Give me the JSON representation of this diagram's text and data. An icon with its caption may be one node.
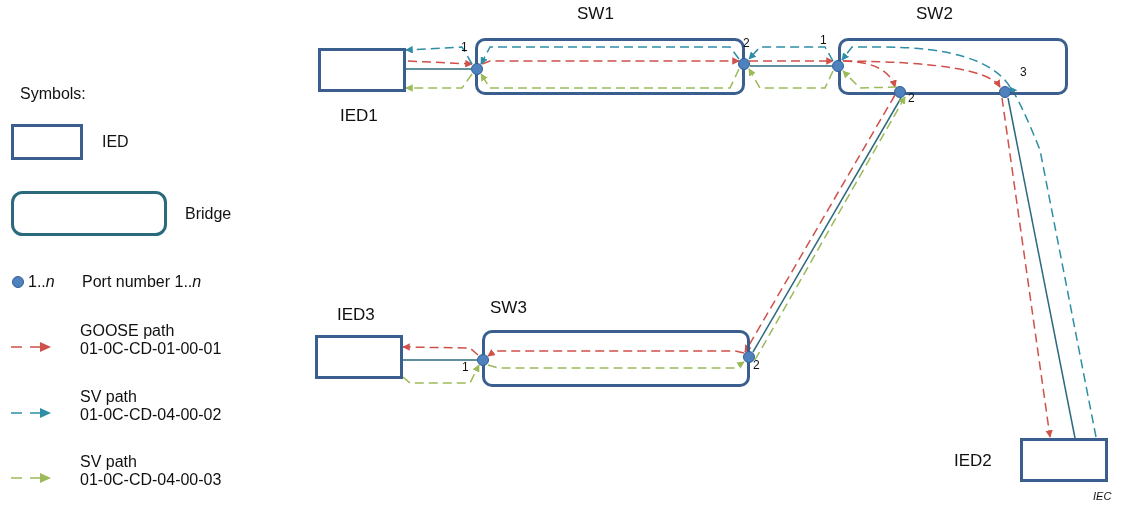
{
  "diagram": {
    "nodes": [
      {
        "text": [
          "IED1"
        ]
      },
      {
        "text": [
          "SW1"
        ]
      },
      {
        "text": [
          "SW2"
        ]
      },
      {
        "text": [
          "IED3"
        ]
      },
      {
        "text": [
          "SW3"
        ]
      },
      {
        "text": [
          "IED2"
        ]
      },
      {
        "text": [],
        "shape": "circle",
        "beside": [
          "1"
        ],
        "in": 1
      },
      {
        "text": [],
        "shape": "circle",
        "beside": [
          "2"
        ],
        "in": 1
      },
      {
        "text": [],
        "shape": "circle",
        "beside": [
          "1"
        ],
        "in": 2
      },
      {
        "text": [],
        "shape": "circle",
        "beside": [
          "2"
        ],
        "in": 2
      },
      {
        "text": [],
        "shape": "circle",
        "beside": [
          "3"
        ],
        "in": 2
      },
      {
        "text": [],
        "shape": "circle",
        "beside": [
          "1"
        ],
        "in": 4
      },
      {
        "text": [],
        "shape": "circle",
        "beside": [
          "2"
        ],
        "in": 4
      }
    ],
    "edges": [
      {
        "from": 0,
        "to": 6,
        "arrow": "none",
        "color": "#2b6a7c"
      },
      {
        "from": 7,
        "to": 8,
        "arrow": "none",
        "color": "#2b6a7c"
      },
      {
        "from": 9,
        "to": 12,
        "arrow": "none",
        "color": "#2b6a7c"
      },
      {
        "from": 10,
        "to": 5,
        "arrow": "none",
        "color": "#2b6a7c"
      },
      {
        "from": 3,
        "to": 11,
        "arrow": "none",
        "color": "#2b6a7c"
      },
      {
        "from": 0,
        "to": 6,
        "arrow": "to",
        "style": "dashed",
        "color": "#d0504a"
      },
      {
        "from": 6,
        "to": 7,
        "arrow": "to",
        "style": "dashed",
        "color": "#d0504a"
      },
      {
        "from": 7,
        "to": 8,
        "arrow": "to",
        "style": "dashed",
        "color": "#d0504a"
      },
      {
        "from": 8,
        "to": 9,
        "arrow": "to",
        "style": "dashed",
        "color": "#d0504a"
      },
      {
        "from": 8,
        "to": 10,
        "arrow": "to",
        "style": "dashed",
        "color": "#d0504a"
      },
      {
        "from": 10,
        "to": 5,
        "arrow": "to",
        "style": "dashed",
        "color": "#d0504a"
      },
      {
        "from": 9,
        "to": 12,
        "arrow": "to",
        "style": "dashed",
        "color": "#d0504a"
      },
      {
        "from": 12,
        "to": 11,
        "arrow": "to",
        "style": "dashed",
        "color": "#d0504a"
      },
      {
        "from": 11,
        "to": 3,
        "arrow": "to",
        "style": "dashed",
        "color": "#d0504a"
      },
      {
        "from": 5,
        "to": 10,
        "arrow": "to",
        "style": "dashed",
        "color": "#2e8ea6"
      },
      {
        "from": 10,
        "to": 8,
        "arrow": "to",
        "style": "dashed",
        "color": "#2e8ea6"
      },
      {
        "from": 8,
        "to": 7,
        "arrow": "to",
        "style": "dashed",
        "color": "#2e8ea6"
      },
      {
        "from": 7,
        "to": 6,
        "arrow": "to",
        "style": "dashed",
        "color": "#2e8ea6"
      },
      {
        "from": 6,
        "to": 0,
        "arrow": "to",
        "style": "dashed",
        "color": "#2e8ea6"
      },
      {
        "from": 3,
        "to": 11,
        "arrow": "to",
        "style": "dashed",
        "color": "#9bbb59"
      },
      {
        "from": 11,
        "to": 12,
        "arrow": "to",
        "style": "dashed",
        "color": "#9bbb59"
      },
      {
        "from": 12,
        "to": 9,
        "arrow": "to",
        "style": "dashed",
        "color": "#9bbb59"
      },
      {
        "from": 9,
        "to": 8,
        "arrow": "to",
        "style": "dashed",
        "color": "#9bbb59"
      },
      {
        "from": 8,
        "to": 7,
        "arrow": "to",
        "style": "dashed",
        "color": "#9bbb59"
      },
      {
        "from": 7,
        "to": 6,
        "arrow": "to",
        "style": "dashed",
        "color": "#9bbb59"
      },
      {
        "from": 6,
        "to": 0,
        "arrow": "to",
        "style": "dashed",
        "color": "#9bbb59"
      }
    ],
    "labels": [
      "Symbols:",
      "1..*n*",
      "IEC"
    ],
    "legend": [
      {
        "text": "IED"
      },
      {
        "text": "Bridge"
      },
      {
        "text": "Port number 1..*n*"
      },
      {
        "text": "GOOSE path 01-0C-CD-01-00-01"
      },
      {
        "text": "SV path 01-0C-CD-04-00-02"
      },
      {
        "text": "SV path 01-0C-CD-04-00-03"
      }
    ]
  }
}
